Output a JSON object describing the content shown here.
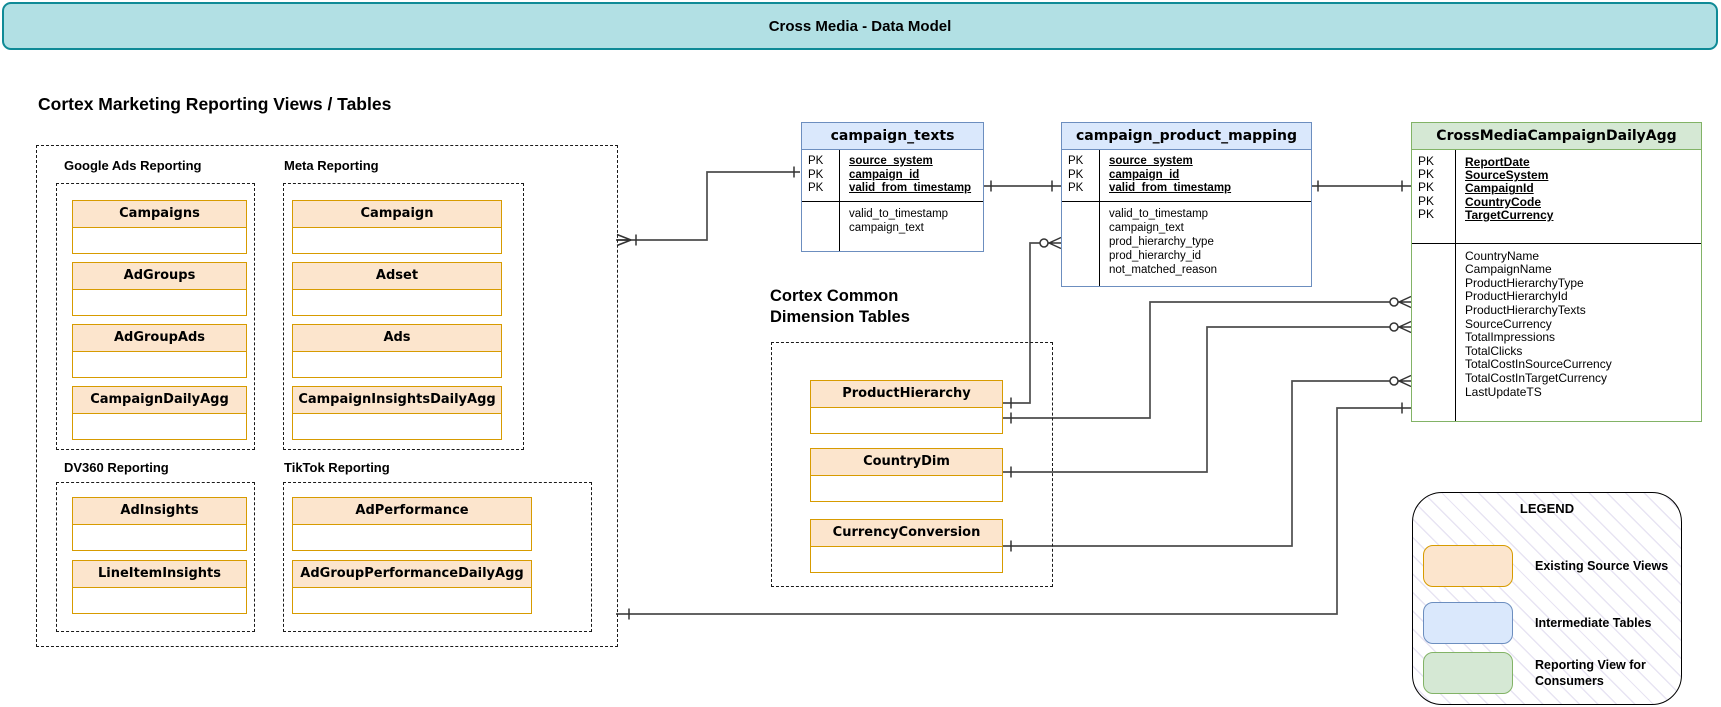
{
  "banner": {
    "title": "Cross Media - Data Model"
  },
  "left_section": {
    "heading": "Cortex Marketing Reporting Views / Tables",
    "groups": [
      {
        "label": "Google Ads Reporting",
        "entities": [
          "Campaigns",
          "AdGroups",
          "AdGroupAds",
          "CampaignDailyAgg"
        ]
      },
      {
        "label": "Meta Reporting",
        "entities": [
          "Campaign",
          "Adset",
          "Ads",
          "CampaignInsightsDailyAgg"
        ]
      },
      {
        "label": "DV360 Reporting",
        "entities": [
          "AdInsights",
          "LineItemInsights"
        ]
      },
      {
        "label": "TikTok Reporting",
        "entities": [
          "AdPerformance",
          "AdGroupPerformanceDailyAgg"
        ]
      }
    ]
  },
  "tables": [
    {
      "title": "campaign_texts",
      "pk_label": "PK",
      "pk_fields": [
        "source_system",
        "campaign_id",
        "valid_from_timestamp"
      ],
      "fields": [
        "valid_to_timestamp",
        "campaign_text"
      ]
    },
    {
      "title": "campaign_product_mapping",
      "pk_label": "PK",
      "pk_fields": [
        "source_system",
        "campaign_id",
        "valid_from_timestamp"
      ],
      "fields": [
        "valid_to_timestamp",
        "campaign_text",
        "prod_hierarchy_type",
        "prod_hierarchy_id",
        "not_matched_reason"
      ]
    },
    {
      "title": "CrossMediaCampaignDailyAgg",
      "pk_label": "PK",
      "pk_fields": [
        "ReportDate",
        "SourceSystem",
        "CampaignId",
        "CountryCode",
        "TargetCurrency"
      ],
      "fields": [
        "CountryName",
        "CampaignName",
        "ProductHierarchyType",
        "ProductHierarchyId",
        "ProductHierarchyTexts",
        "SourceCurrency",
        "TotalImpressions",
        "TotalClicks",
        "TotalCostInSourceCurrency",
        "TotalCostInTargetCurrency",
        "LastUpdateTS"
      ]
    }
  ],
  "dimension_section": {
    "heading_line1": "Cortex Common",
    "heading_line2": "Dimension Tables",
    "entities": [
      "ProductHierarchy",
      "CountryDim",
      "CurrencyConversion"
    ]
  },
  "legend": {
    "title": "LEGEND",
    "items": [
      {
        "label": "Existing Source Views",
        "color": "#fce5cd",
        "border": "#d79b00"
      },
      {
        "label": "Intermediate Tables",
        "color": "#dae8fc",
        "border": "#6c8ebf"
      },
      {
        "label": "Reporting View for Consumers",
        "color": "#d5e8d4",
        "border": "#82b366"
      }
    ]
  },
  "colors": {
    "banner_fill": "#b2e0e4",
    "banner_border": "#0f8a96",
    "source_view_fill": "#fce5cd",
    "source_view_border": "#d79b00",
    "intermediate_fill": "#dae8fc",
    "intermediate_border": "#6c8ebf",
    "reporting_fill": "#d5e8d4",
    "reporting_border": "#82b366"
  }
}
